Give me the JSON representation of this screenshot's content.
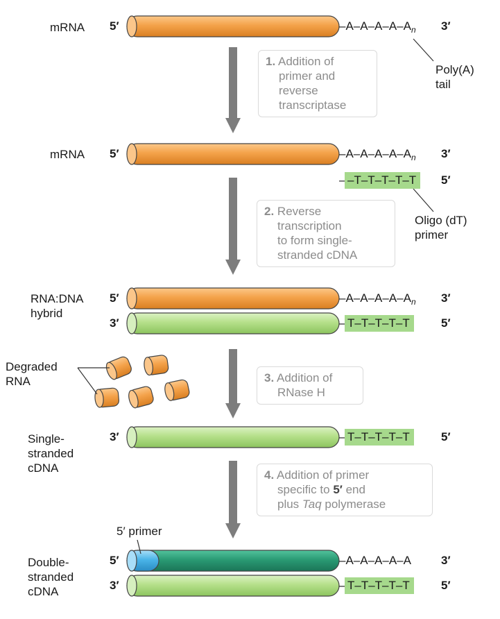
{
  "rows": {
    "r1": {
      "label": "mRNA",
      "left_end": "5′",
      "right_end": "3′",
      "tail": "–A–A–A–A–A",
      "tail_sub": "n"
    },
    "r2": {
      "label": "mRNA",
      "left_end": "5′",
      "right_end": "3′",
      "tail": "–A–A–A–A–A",
      "tail_sub": "n",
      "primer_seq": "–T–T–T–T–T",
      "primer_end": "5′"
    },
    "r3": {
      "label_line1": "RNA:DNA",
      "label_line2": "hybrid",
      "top_left_end": "5′",
      "top_right_end": "3′",
      "top_tail": "–A–A–A–A–A",
      "top_tail_sub": "n",
      "bottom_left_end": "3′",
      "bottom_right_end": "5′",
      "bottom_tail": "T–T–T–T–T"
    },
    "r4": {
      "label_line1": "Single-",
      "label_line2": "stranded",
      "label_line3": "cDNA",
      "left_end": "3′",
      "right_end": "5′",
      "tail": "T–T–T–T–T"
    },
    "r5": {
      "label_line1": "Double-",
      "label_line2": "stranded",
      "label_line3": "cDNA",
      "top_left_end": "5′",
      "top_right_end": "3′",
      "top_tail": "–A–A–A–A–A",
      "bottom_left_end": "3′",
      "bottom_right_end": "5′",
      "bottom_tail": "T–T–T–T–T"
    }
  },
  "callouts": {
    "polya_line1": "Poly(A)",
    "polya_line2": "tail",
    "oligo_line1": "Oligo (dT)",
    "oligo_line2": "primer",
    "degraded_line1": "Degraded",
    "degraded_line2": "RNA",
    "primer5": "5′ primer"
  },
  "steps": [
    {
      "num": "1.",
      "lines": [
        "Addition of",
        "primer and",
        "reverse",
        "transcriptase"
      ]
    },
    {
      "num": "2.",
      "lines": [
        "Reverse",
        "transcription",
        "to form single-",
        "stranded cDNA"
      ]
    },
    {
      "num": "3.",
      "lines": [
        "Addition of",
        "RNase H"
      ]
    },
    {
      "num": "4.",
      "line1": "Addition of primer",
      "line2_pre": "specific to ",
      "line2_bold": "5′",
      "line2_post": " end",
      "line3_pre": "plus ",
      "line3_ital": "Taq",
      "line3_post": " polymerase"
    }
  ],
  "colors": {
    "mrna": "#f4a24a",
    "cdna": "#b5e08a",
    "second_strand": "#2a9a74",
    "primer": "#4ab4e8",
    "arrow": "#7d7d7d"
  }
}
